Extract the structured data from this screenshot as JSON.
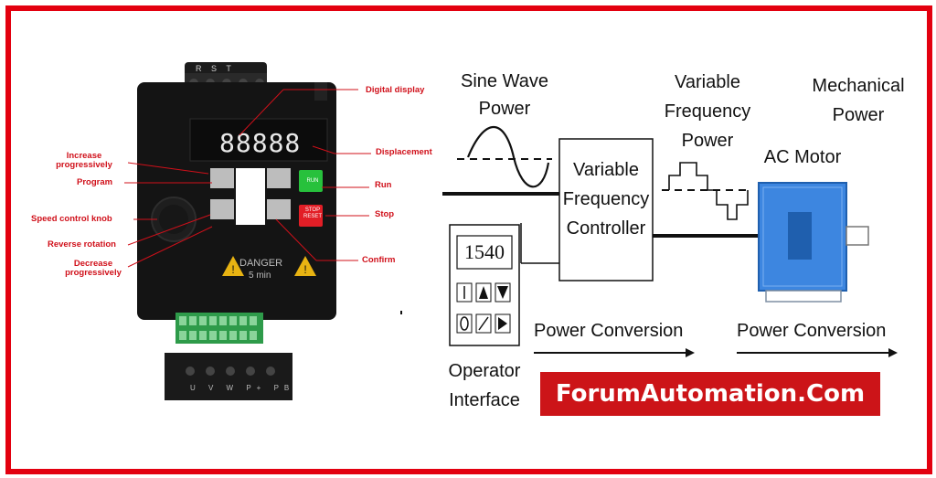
{
  "device": {
    "top_terminals": "R S T",
    "bottom_terminals": "U V W P+ PB",
    "display_value": "88888",
    "run_label": "RUN",
    "stop_label": "STOP RESET",
    "danger_text": "DANGER",
    "danger_sub": "5 min"
  },
  "callouts": {
    "digital_display": "Digital display",
    "displacement": "Displacement",
    "run": "Run",
    "stop": "Stop",
    "confirm": "Confirm",
    "increase_line1": "Increase",
    "increase_line2": "progressively",
    "program": "Program",
    "speed_knob": "Speed control knob",
    "reverse": "Reverse rotation",
    "decrease_line1": "Decrease",
    "decrease_line2": "progressively"
  },
  "diagram": {
    "sine_power_line1": "Sine Wave",
    "sine_power_line2": "Power",
    "vf_power_line1": "Variable",
    "vf_power_line2": "Frequency",
    "vf_power_line3": "Power",
    "mech_power_line1": "Mechanical",
    "mech_power_line2": "Power",
    "ac_motor": "AC Motor",
    "controller_line1": "Variable",
    "controller_line2": "Frequency",
    "controller_line3": "Controller",
    "operator_display": "1540",
    "operator_line1": "Operator",
    "operator_line2": "Interface",
    "power_conversion_1": "Power Conversion",
    "power_conversion_2": "Power Conversion"
  },
  "brand": "ForumAutomation.Com",
  "colors": {
    "frame": "#e3000f",
    "callout_text": "#d0101a",
    "brand_bg": "#cc1418",
    "motor_blue": "#3d86e0"
  }
}
